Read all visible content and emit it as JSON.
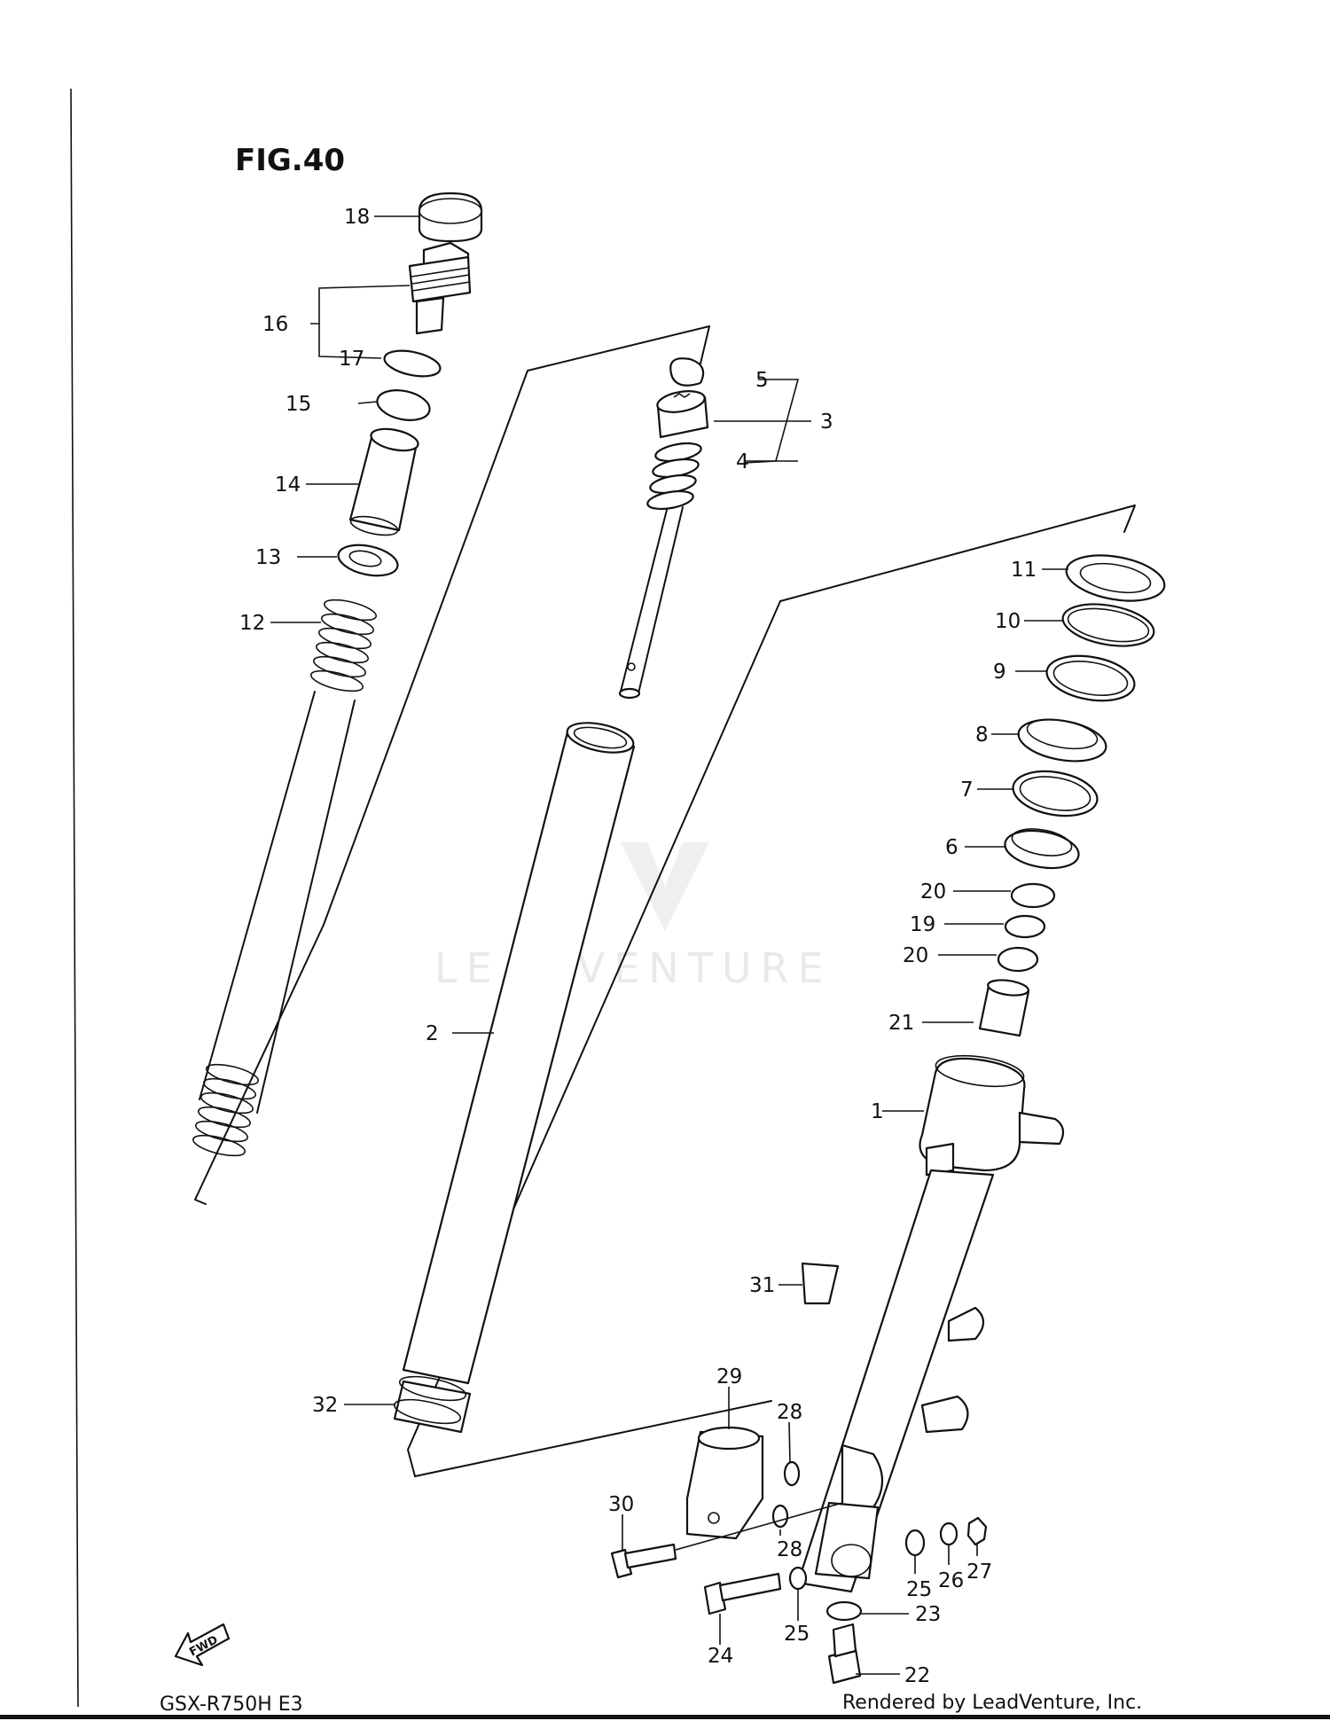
{
  "figure": {
    "title": "FIG.40"
  },
  "footer": {
    "model": "GSX-R750H E3",
    "rendered_by": "Rendered by LeadVenture, Inc."
  },
  "watermark": {
    "text": "LEADVENTURE"
  },
  "callouts": {
    "c1": "1",
    "c2": "2",
    "c3": "3",
    "c4": "4",
    "c5": "5",
    "c6": "6",
    "c7": "7",
    "c8": "8",
    "c9": "9",
    "c10": "10",
    "c11": "11",
    "c12": "12",
    "c13": "13",
    "c14": "14",
    "c15": "15",
    "c16": "16",
    "c17": "17",
    "c18": "18",
    "c19": "19",
    "c20a": "20",
    "c20b": "20",
    "c21": "21",
    "c22": "22",
    "c23": "23",
    "c24": "24",
    "c25a": "25",
    "c25b": "25",
    "c26": "26",
    "c27": "27",
    "c28a": "28",
    "c28b": "28",
    "c29": "29",
    "c30": "30",
    "c31": "31",
    "c32": "32",
    "fwd": "FWD"
  }
}
